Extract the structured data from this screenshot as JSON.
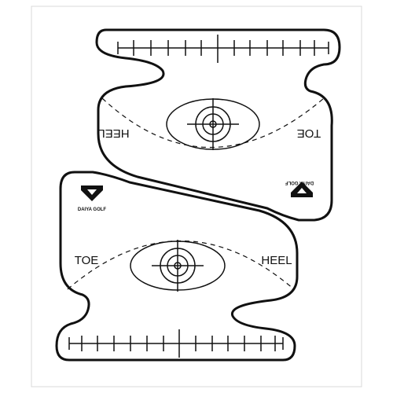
{
  "sheet": {
    "upper_template": {
      "label_left": "HEEL",
      "label_right": "TOE",
      "logo_text": "DAIYA GOLF",
      "orientation": "upside-down"
    },
    "lower_template": {
      "label_left": "TOE",
      "label_right": "HEEL",
      "logo_text": "DAIYA GOLF",
      "orientation": "upright"
    },
    "colors": {
      "ink": "#111111",
      "paper": "#ffffff",
      "frame": "#d0d0d0"
    }
  }
}
